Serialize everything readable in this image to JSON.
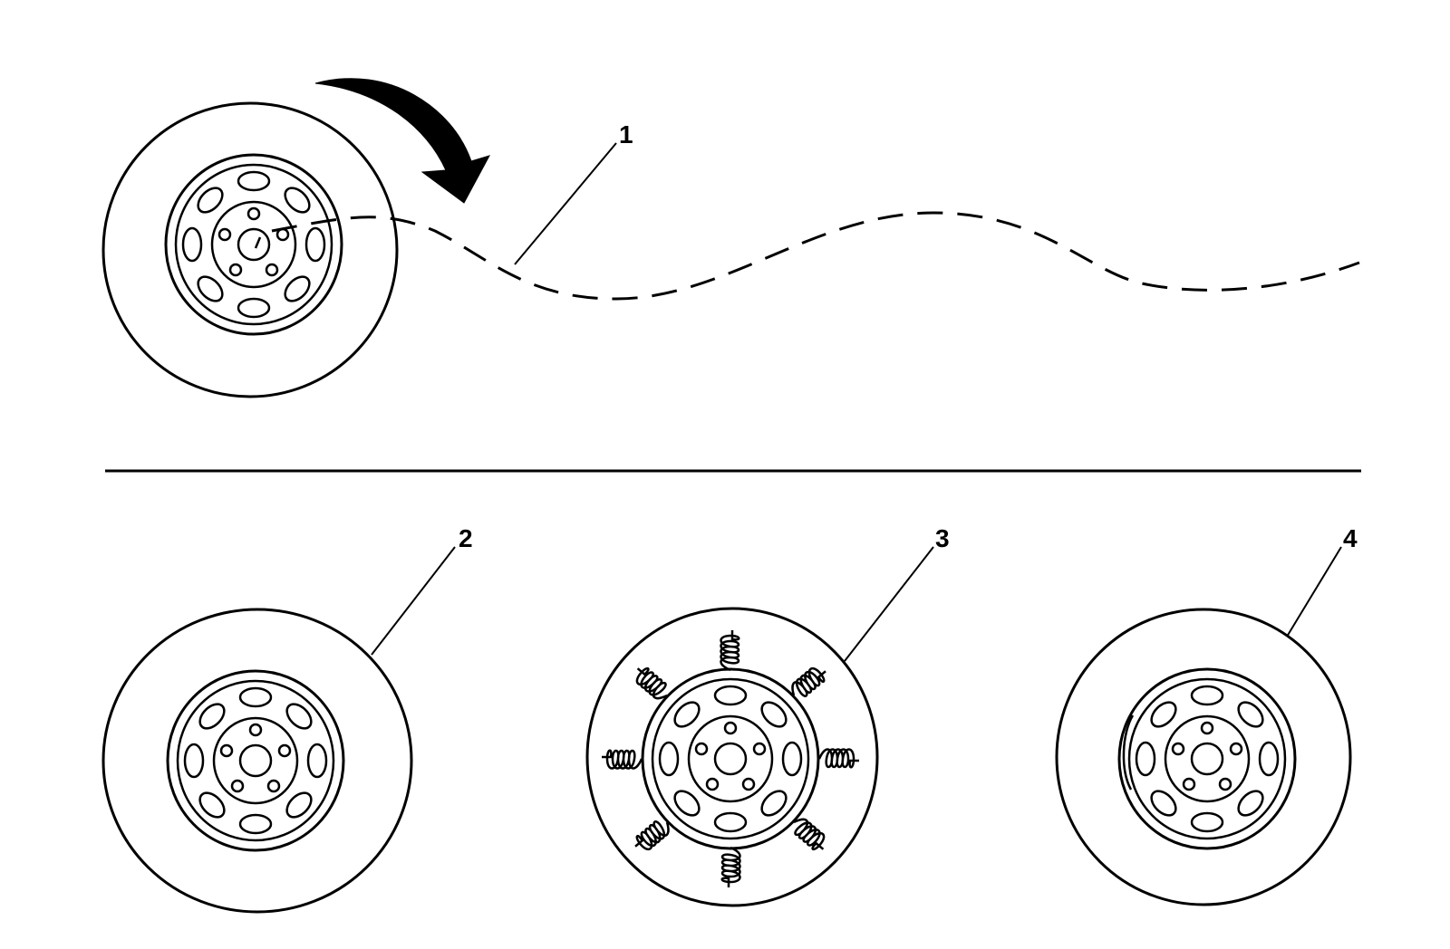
{
  "callouts": {
    "c1": "1",
    "c2": "2",
    "c3": "3",
    "c4": "4"
  },
  "colors": {
    "ink": "#000000",
    "background": "#ffffff"
  },
  "icons": {
    "rotation_arrow": "curved-arrow-icon"
  }
}
